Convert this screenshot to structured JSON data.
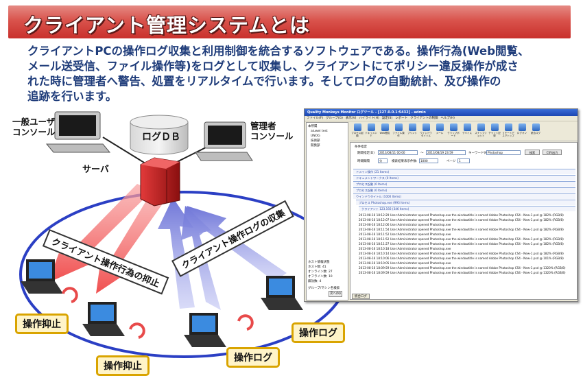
{
  "banner": {
    "title": "クライアント管理システムとは"
  },
  "intro": {
    "line1": "クライアントPCの操作ログ収集と利用制御を統合するソフトウェアである。操作行為(Web閲覧、",
    "line2": "メール送受信、ファイル操作等)をログとして収集し、クライアントにてポリシー違反操作が成さ",
    "line3": "れた時に管理者へ警告、処置をリアルタイムで行います。そしてログの自動統計、及び操作の",
    "line4": "追跡を行います。"
  },
  "diagram": {
    "general_user_console": [
      "一般ユーザ",
      "コンソール"
    ],
    "server": "サーバ",
    "log_db": "ログＤＢ",
    "admin_console": [
      "管理者",
      "コンソール"
    ],
    "arrow_suppress": "クライアント操作行為の抑止",
    "arrow_collect": "クライアント操作ログの収集",
    "badge_suppress_1": "操作抑止",
    "badge_suppress_2": "操作抑止",
    "badge_log_1": "操作ログ",
    "badge_log_2": "操作ログ",
    "colors": {
      "arrow_red": "#f26a6a",
      "arrow_blue": "#8a8fe0",
      "ellipse": "#2b3fc4",
      "server_red": "#c81e1e",
      "badge_border": "#d9a400"
    }
  },
  "screenshot": {
    "title": "Quality Monkeys Monitor  ログツール - [127.0.0.1:5432] - admin",
    "menu": [
      "ファイル(F)",
      "グループ(G)",
      "表示(V)",
      "ハイライト(H)",
      "設定(S)",
      "レポート",
      "クライアントの制御",
      "ヘルプ(H)"
    ],
    "toolbar": [
      "プロセス起動",
      "ドキュメント",
      "Web閲覧",
      "ファイル操作",
      "プリント",
      "ウインドウタイトル",
      "メール",
      "クリップボード",
      "デバイス",
      "スナップショット",
      "チャット記録",
      "リモートデスクトップ",
      "ログオン",
      "統合ログ"
    ],
    "tree": [
      "本所属",
      "aiuwei test",
      "UNOG",
      "技術部",
      "開発部"
    ],
    "stats_title": "ホスト情報状態",
    "stats": [
      "ホスト数: 41",
      "オンライン数: 27",
      "オフライン数: 10",
      "無効数: 4"
    ],
    "group_label": "グループ/マシン名検索",
    "group_btn": "次へ(N)",
    "search_section": "条件指定",
    "period_label": "期間指定(D)",
    "from_date": "2013/08/11 00:00",
    "to_date": "2013/08/19 23:59",
    "keyword_label": "キーワード(K)",
    "keyword_value": "Photoshop",
    "search_btn": "検索",
    "csv_btn": "CSV出力",
    "interval_label": "時間間隔",
    "interval_value": "分",
    "max_label": "検索結果表示件数:",
    "max_value": "1000",
    "page_label": "ページ",
    "page_value": "1",
    "groups": [
      "ドメイン操作 (21 Items)",
      "ドキュメントワークス (0 Items)",
      "プロセス起動 (0 Items)",
      "プロセス起動 (0 Items)",
      "ウインドウタイトル (1000 Items)"
    ],
    "sub_group": "プロセス Photoshop.exe (993 Items)",
    "sub_sub": "クライアント 123.192 (346 Items)",
    "rows": [
      "2013-08-16 18:12:29  User:Administrator opened Photoshop.exe the windowtitle is named Adobe Photoshop CS4 - New-1.psd @ 182% (RGB/8)",
      "2013-08-16 18:12:07  User:Administrator opened Photoshop.exe the windowtitle is named Adobe Photoshop CS4 - New-1.psd @ 182% (RGB/8)",
      "2013-08-16 18:12:06  User:Administrator opened Photoshop.exe",
      "2013-08-16 18:11:54  User:Administrator opened Photoshop.exe the windowtitle is named Adobe Photoshop CS4 - New-1.psd @ 182% (RGB/8)",
      "2013-08-16 18:11:52  User:Administrator opened Photoshop.exe",
      "2013-08-16 18:11:52  User:Administrator opened Photoshop.exe the windowtitle is named Adobe Photoshop CS4 - New-1.psd @ 182% (RGB/8)",
      "2013-08-16 18:11:27  User:Administrator opened Photoshop.exe the windowtitle is named Adobe Photoshop CS4 - New-1.psd @ 182% (RGB/8)",
      "2013-08-16 18:10:18  User:Administrator opened Photoshop.exe",
      "2013-08-16 18:10:14  User:Administrator opened Photoshop.exe the windowtitle is named Adobe Photoshop CS4 - New-1.psd @ 182% (RGB/8)",
      "2013-08-16 18:10:06  User:Administrator opened Photoshop.exe the windowtitle is named Adobe Photoshop CS4 - New-1.psd @ 101% (RGB/8)",
      "2013-08-16 18:10:05  User:Administrator opened Photoshop.exe",
      "2013-08-16 18:09:59  User:Administrator opened Photoshop.exe the windowtitle is named Adobe Photoshop CS4 - New-1.psd @ 1320% (RGB/8)",
      "2013-08-16 18:09:59  User:Administrator opened Photoshop.exe the windowtitle is named Adobe Photoshop CS4 - New-1.psd @ 1320% (RGB/8)"
    ],
    "status_tab": "統合ログ"
  }
}
